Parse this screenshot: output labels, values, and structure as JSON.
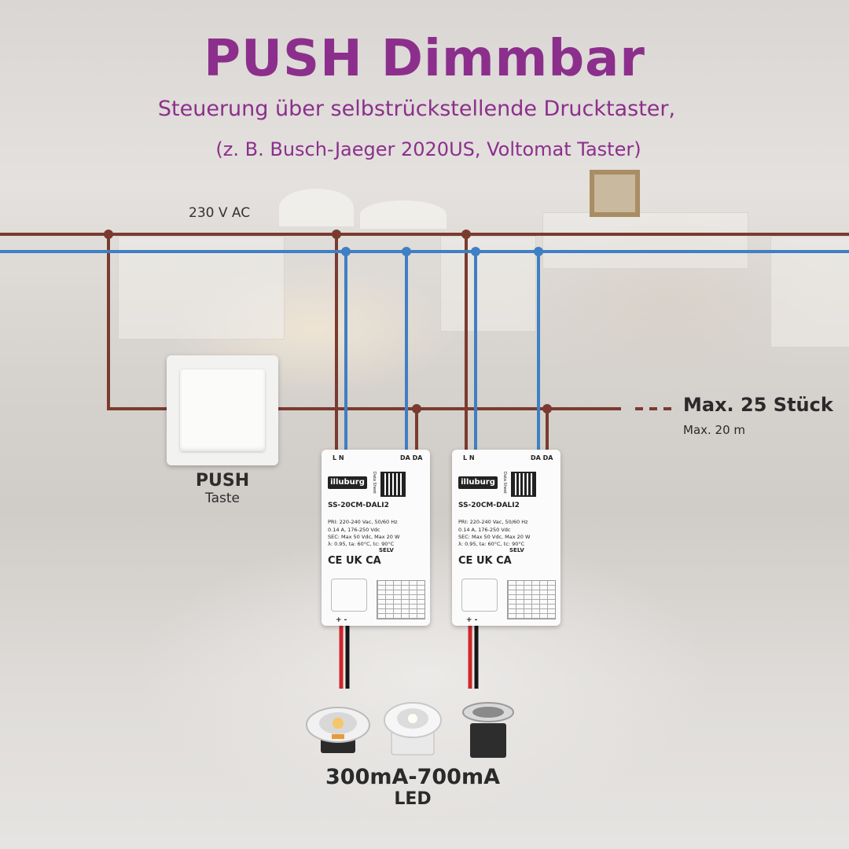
{
  "header": {
    "title": "PUSH Dimmbar",
    "subtitle": "Steuerung über selbstrückstellende Drucktaster,",
    "subtitle2": "(z. B. Busch-Jaeger 2020US, Voltomat Taster)"
  },
  "supply": {
    "voltage_label": "230 V AC"
  },
  "limits": {
    "max_count": "Max. 25 Stück",
    "max_length": "Max. 20 m"
  },
  "switch": {
    "label": "PUSH",
    "sublabel": "Taste"
  },
  "drivers": [
    {
      "brand": "illuburg",
      "model": "SS-20CM-DALI2",
      "terminals_left": "L N",
      "terminals_right": "DA DA",
      "datasheet": "Data Sheet",
      "spec_lines": [
        "PRI: 220-240 Vac, 50/60 Hz",
        "0.14 A, 176-250 Vdc",
        "SEC: Max 50 Vdc, Max 20 W",
        "λ: 0.95, ta: 60°C, tc: 90°C"
      ],
      "marks": "CE UK CA",
      "selv": "SELV",
      "output_terminal": "+ -"
    },
    {
      "brand": "illuburg",
      "model": "SS-20CM-DALI2",
      "terminals_left": "L N",
      "terminals_right": "DA DA",
      "datasheet": "Data Sheet",
      "spec_lines": [
        "PRI: 220-240 Vac, 50/60 Hz",
        "0.14 A, 176-250 Vdc",
        "SEC: Max 50 Vdc, Max 20 W",
        "λ: 0.95, ta: 60°C, tc: 90°C"
      ],
      "marks": "CE UK CA",
      "selv": "SELV",
      "output_terminal": "+ -"
    }
  ],
  "led": {
    "current_range": "300mA-700mA",
    "label": "LED"
  },
  "colors": {
    "title": "#8c2f8c",
    "live_wire": "#7a3b2e",
    "neutral_wire": "#3f7fc4",
    "output_positive": "#d0262b",
    "output_negative": "#151515"
  }
}
